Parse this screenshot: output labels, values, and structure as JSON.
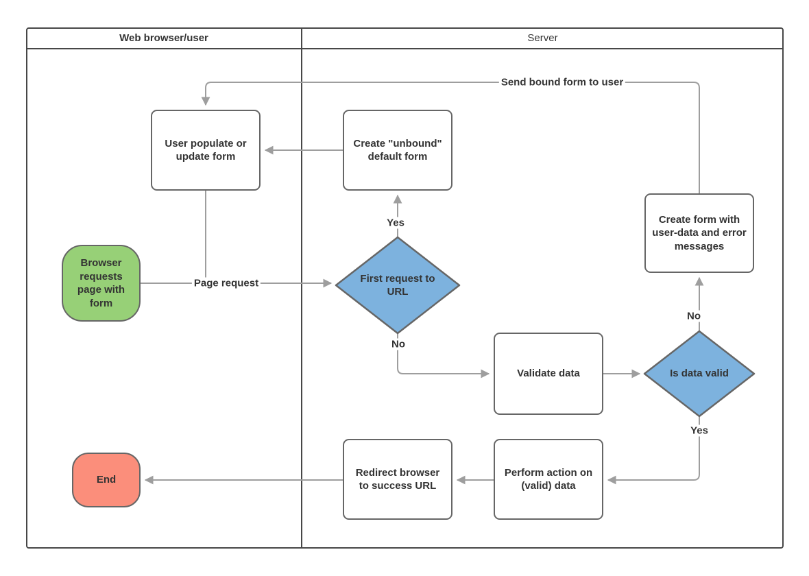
{
  "lanes": {
    "browser": "Web browser/user",
    "server": "Server"
  },
  "nodes": {
    "user_populate": "User populate or update form",
    "create_unbound": "Create \"unbound\" default form",
    "browser_requests": "Browser requests page with form",
    "first_request": "First request to URL",
    "create_form_errors": "Create form with user-data and error messages",
    "validate_data": "Validate data",
    "is_data_valid": "Is data valid",
    "perform_action": "Perform action on (valid) data",
    "redirect_browser": "Redirect browser to success URL",
    "end": "End"
  },
  "edge_labels": {
    "send_bound": "Send bound form to user",
    "page_request": "Page request",
    "first_request_yes": "Yes",
    "first_request_no": "No",
    "is_valid_no": "No",
    "is_valid_yes": "Yes"
  },
  "colors": {
    "start_fill": "#97D077",
    "end_fill": "#FB8E7B",
    "decision_fill": "#7DB2DE",
    "node_border": "#666666",
    "connector": "#9e9e9e",
    "pool_border": "#474747",
    "text": "#333333"
  }
}
